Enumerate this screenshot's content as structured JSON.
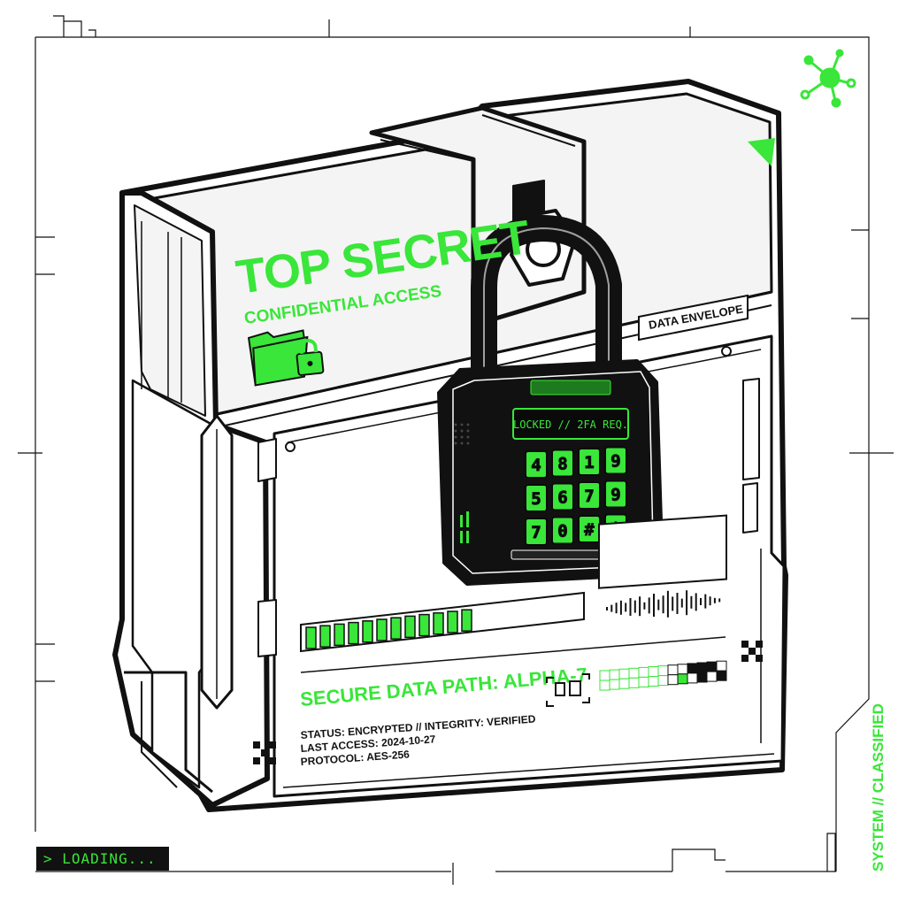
{
  "colors": {
    "accent": "#39e639",
    "ink": "#111111",
    "paper": "#ffffff",
    "panel": "#f4f4f4"
  },
  "label": {
    "title": "TOP SECRET",
    "subtitle": "CONFIDENTIAL ACCESS",
    "tag": "DATA ENVELOPE",
    "path": "SECURE DATA PATH: ALPHA-7",
    "info_lines": [
      "STATUS: ENCRYPTED // INTEGRITY: VERIFIED",
      "LAST ACCESS: 2024-10-27",
      "PROTOCOL: AES-256"
    ]
  },
  "lock": {
    "screen": "LOCKED // 2FA REQ.",
    "keys": [
      "4",
      "8",
      "1",
      "9",
      "5",
      "6",
      "7",
      "9",
      "7",
      "0",
      "#",
      "*"
    ]
  },
  "icons": {
    "network": "network-node-icon",
    "folder": "folder-lock-icon",
    "corner": "triangle-corner-icon",
    "waveform": "audio-waveform-icon",
    "qr": "qr-code-icon",
    "ar": "ar-cube-icon",
    "pixel_mark": "pixel-cross-icon"
  },
  "status": {
    "loading": "> LOADING...",
    "side": "SYSTEM // CLASSIFIED"
  }
}
